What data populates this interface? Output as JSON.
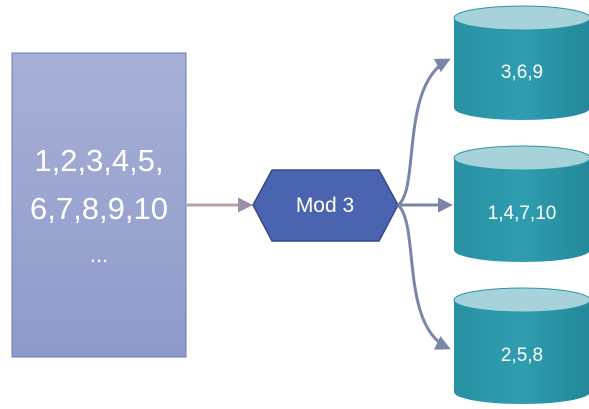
{
  "source": {
    "line1": "1,2,3,4,5,",
    "line2": "6,7,8,9,10",
    "line3": "..."
  },
  "operator": {
    "label": "Mod 3"
  },
  "buckets": [
    {
      "label": "3,6,9"
    },
    {
      "label": "1,4,7,10"
    },
    {
      "label": "2,5,8"
    }
  ],
  "colors": {
    "source_top": "#a6b0d6",
    "source_bottom": "#8f9acb",
    "source_border": "#5a6aa8",
    "operator_fill": "#4b64b0",
    "operator_border": "#2f4687",
    "bucket_body": "#2a97a8",
    "bucket_top": "#a9d3da",
    "bucket_shade": "#1f8697",
    "arrow": "#7a86a8",
    "arrow_left": "#b8a2a6"
  }
}
